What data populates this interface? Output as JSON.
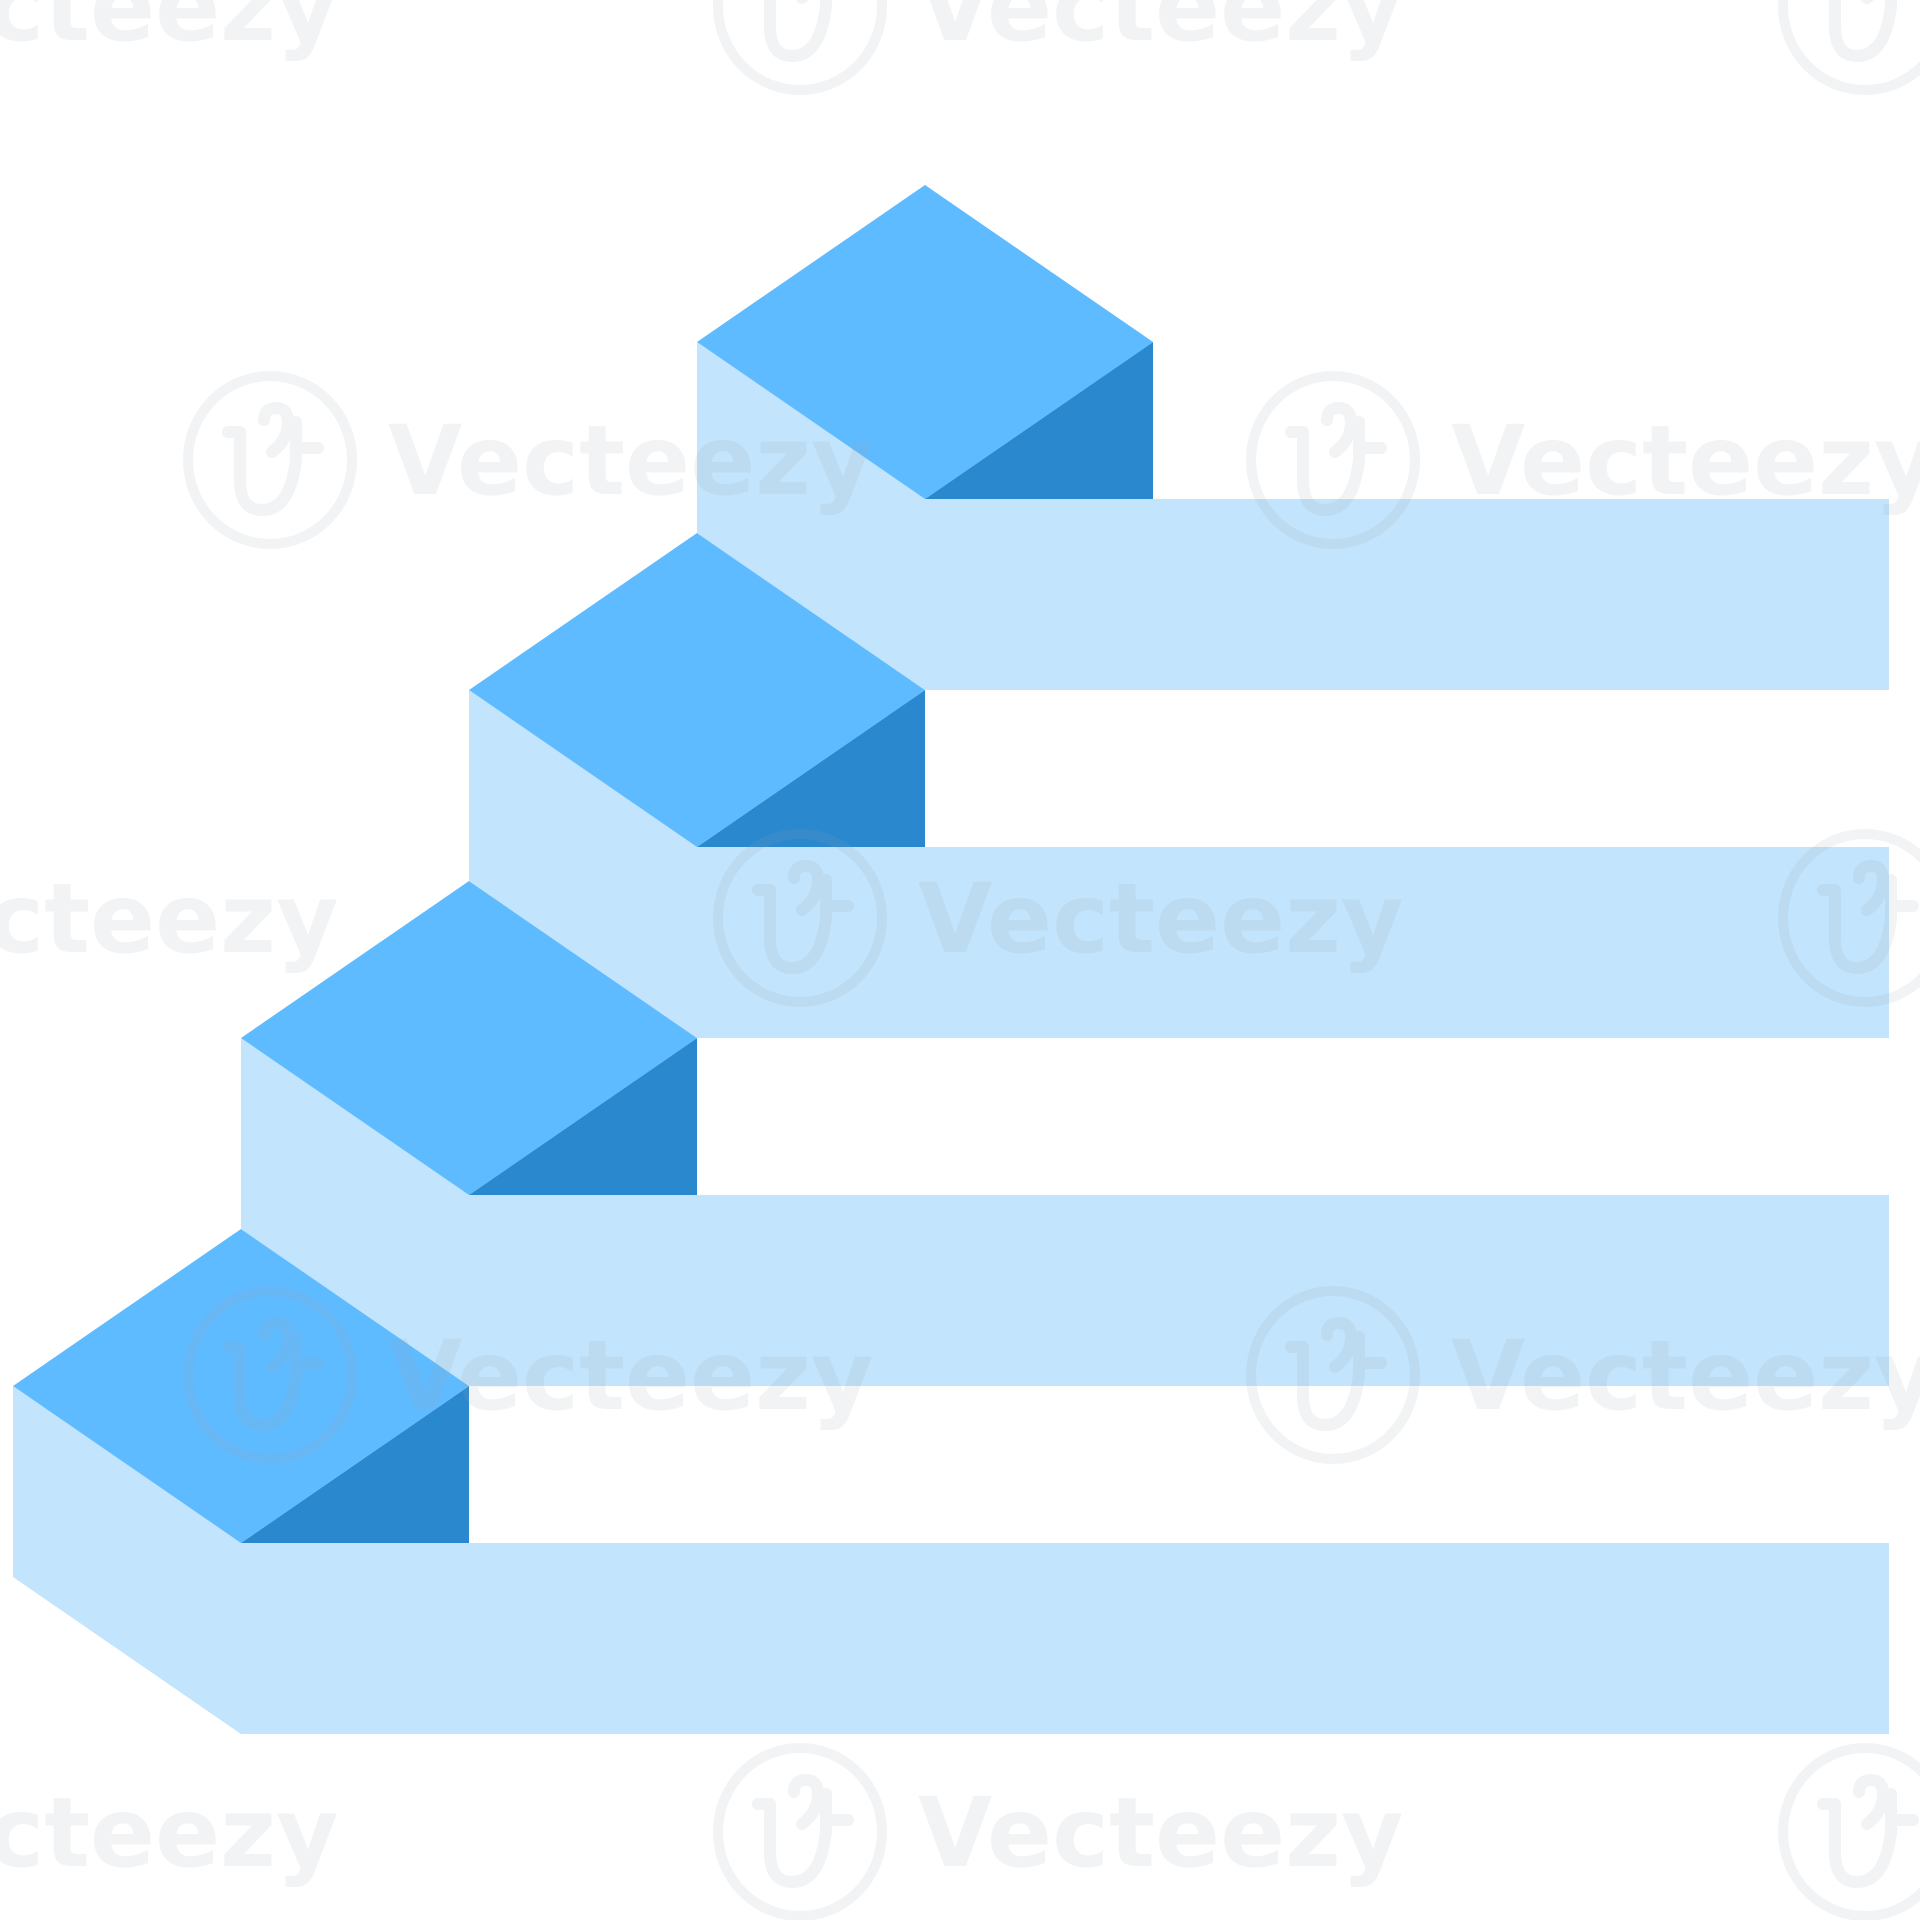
{
  "colors": {
    "background": "#ffffff",
    "cube_top": "#5fbbff",
    "cube_left": "#c2e4fc",
    "cube_right": "#2a88cf",
    "step_bar": "#c2e4fc",
    "watermark": "#9aa0a6"
  },
  "diagram": {
    "type": "isometric-staircase-infographic",
    "step_count": 4,
    "steps": [
      {
        "level": 1,
        "shape": "cube-with-bar"
      },
      {
        "level": 2,
        "shape": "cube-with-bar"
      },
      {
        "level": 3,
        "shape": "cube-with-bar"
      },
      {
        "level": 4,
        "shape": "cube-with-bar"
      }
    ]
  },
  "watermark": {
    "text": "Vecteezy",
    "logo_icon": "vecteezy-logo-icon"
  }
}
